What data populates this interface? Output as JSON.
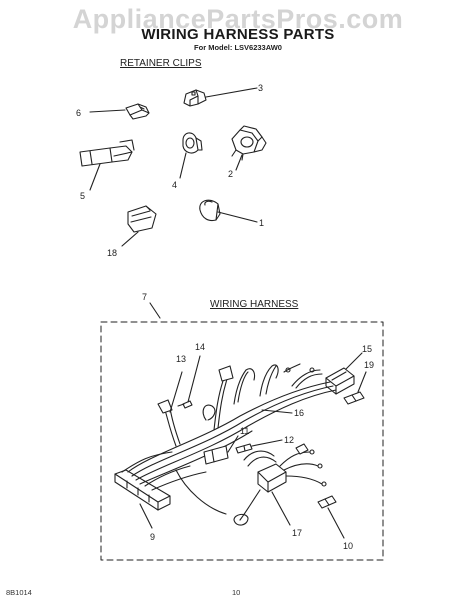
{
  "watermark": "AppliancePartsPros.com",
  "title": "WIRING HARNESS PARTS",
  "model_line": "For Model: LSV6233AW0",
  "sections": {
    "retainer_clips": "RETAINER CLIPS",
    "wiring_harness": "WIRING HARNESS"
  },
  "callouts": {
    "c1": "1",
    "c2": "2",
    "c3": "3",
    "c4": "4",
    "c5": "5",
    "c6": "6",
    "c7": "7",
    "c9": "9",
    "c10": "10",
    "c11": "11",
    "c12": "12",
    "c13": "13",
    "c14": "14",
    "c15": "15",
    "c16": "16",
    "c17": "17",
    "c18": "18",
    "c19": "19"
  },
  "footer": {
    "code": "8B1014",
    "page": "10"
  }
}
